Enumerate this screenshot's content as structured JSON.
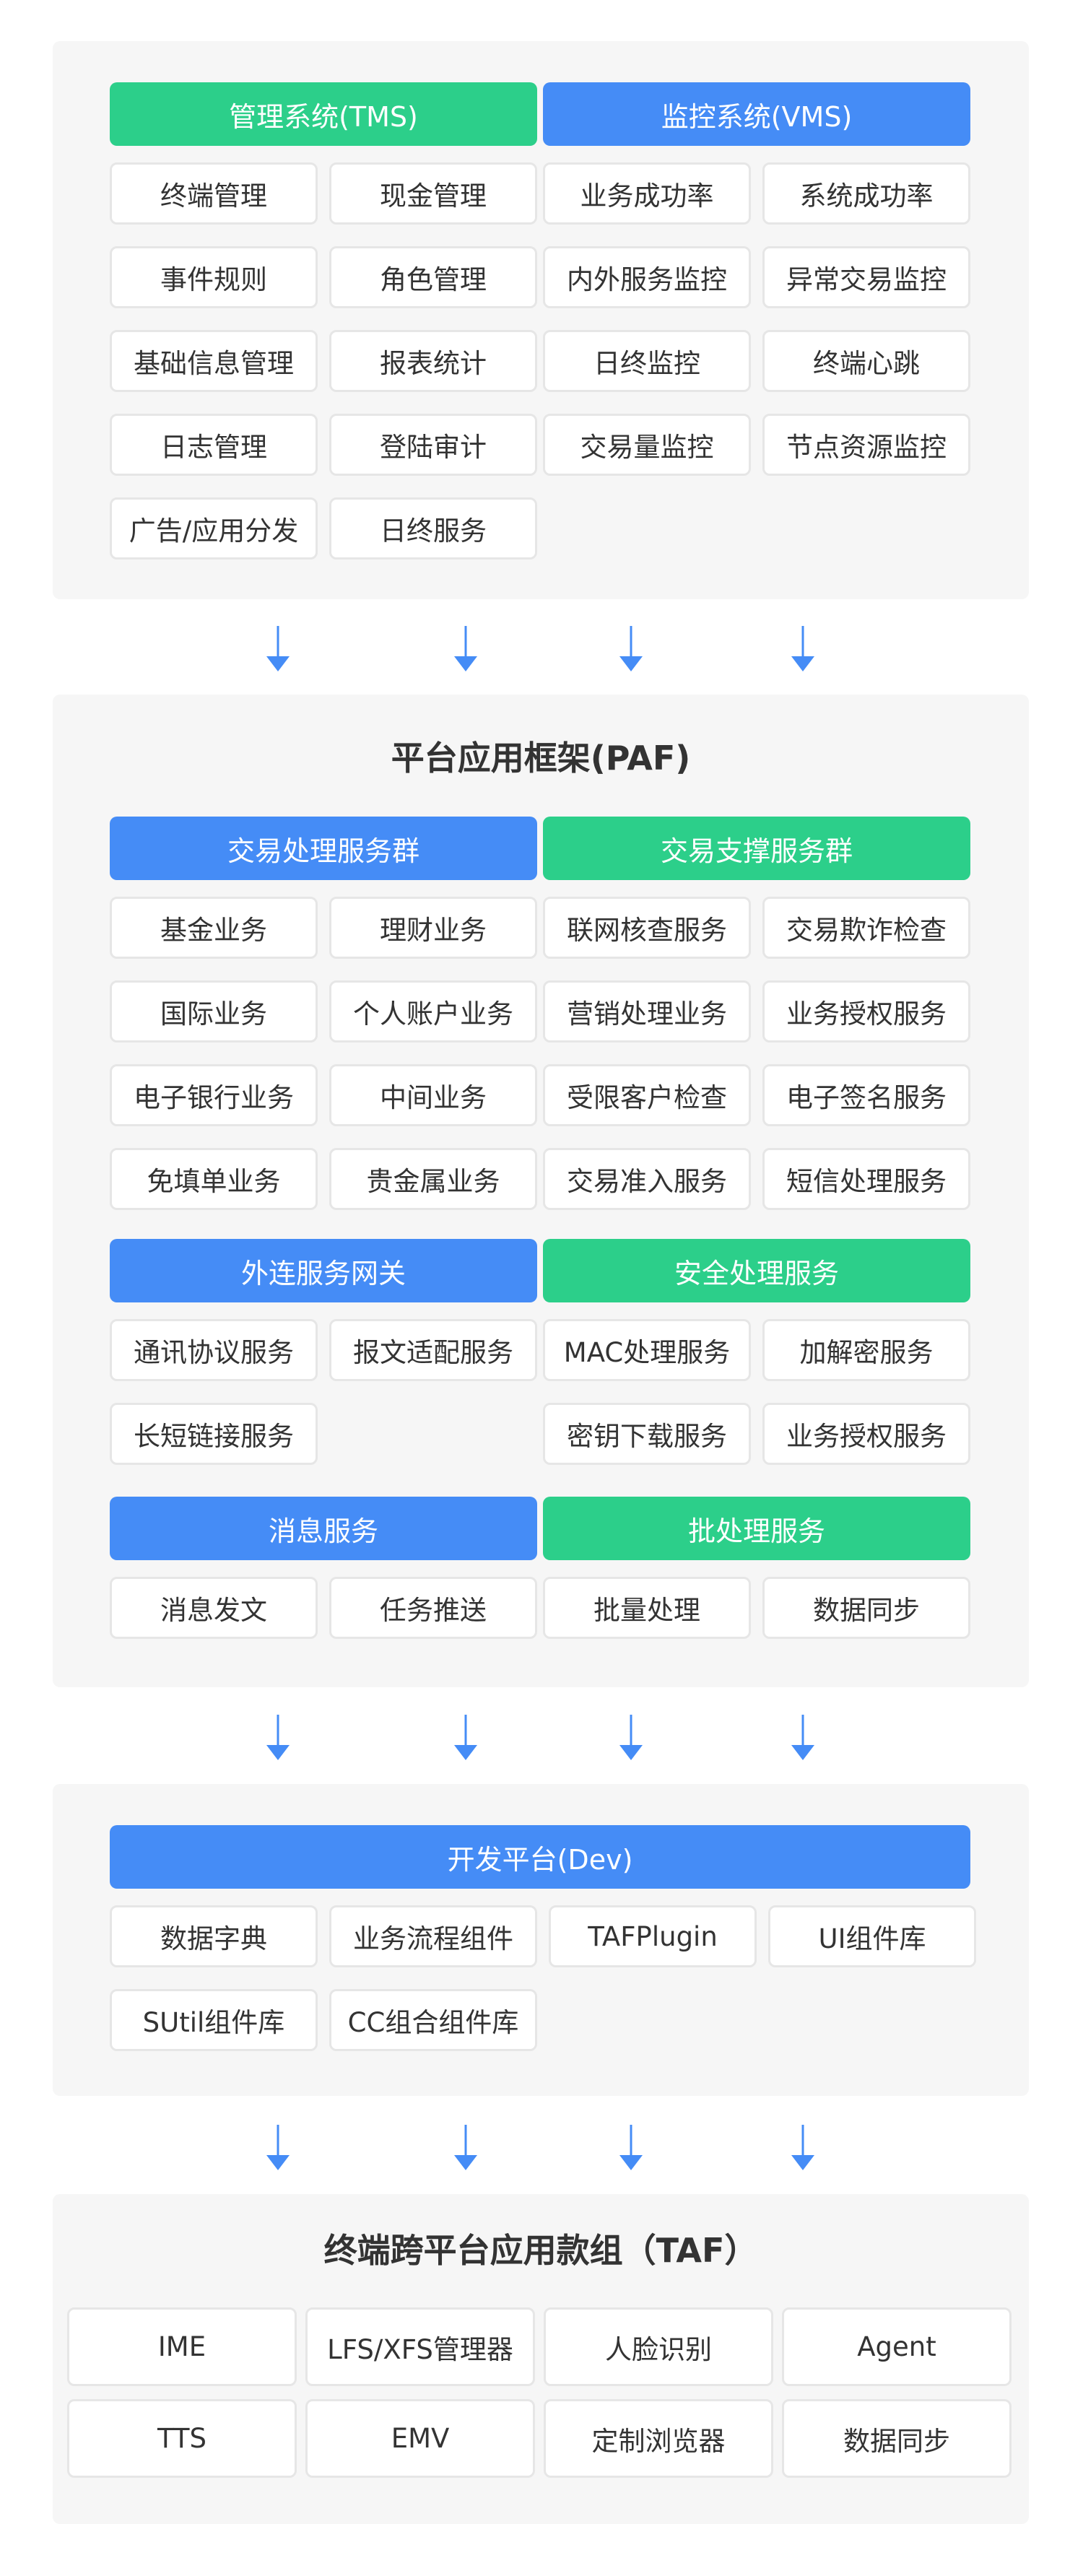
{
  "colors": {
    "green": "#2ccf8a",
    "blue": "#458cf6",
    "panel": "#f6f6f6",
    "arrow": "#458cf6"
  },
  "arrow_icon": "arrow-down-icon",
  "sections": [
    {
      "id": "tms-vms",
      "groups": [
        {
          "title": "管理系统(TMS)",
          "color": "green",
          "cells": [
            "终端管理",
            "现金管理",
            "事件规则",
            "角色管理",
            "基础信息管理",
            "报表统计",
            "日志管理",
            "登陆审计",
            "广告/应用分发",
            "日终服务"
          ]
        },
        {
          "title": "监控系统(VMS)",
          "color": "blue",
          "cells": [
            "业务成功率",
            "系统成功率",
            "内外服务监控",
            "异常交易监控",
            "日终监控",
            "终端心跳",
            "交易量监控",
            "节点资源监控"
          ]
        }
      ]
    },
    {
      "id": "paf",
      "title": "平台应用框架(PAF)",
      "groups": [
        {
          "title": "交易处理服务群",
          "color": "blue",
          "cells": [
            "基金业务",
            "理财业务",
            "国际业务",
            "个人账户业务",
            "电子银行业务",
            "中间业务",
            "免填单业务",
            "贵金属业务"
          ]
        },
        {
          "title": "交易支撑服务群",
          "color": "green",
          "cells": [
            "联网核查服务",
            "交易欺诈检查",
            "营销处理业务",
            "业务授权服务",
            "受限客户检查",
            "电子签名服务",
            "交易准入服务",
            "短信处理服务"
          ]
        },
        {
          "title": "外连服务网关",
          "color": "blue",
          "cells": [
            "通讯协议服务",
            "报文适配服务",
            "长短链接服务"
          ]
        },
        {
          "title": "安全处理服务",
          "color": "green",
          "cells": [
            "MAC处理服务",
            "加解密服务",
            "密钥下载服务",
            "业务授权服务"
          ]
        },
        {
          "title": "消息服务",
          "color": "blue",
          "cells": [
            "消息发文",
            "任务推送"
          ]
        },
        {
          "title": "批处理服务",
          "color": "green",
          "cells": [
            "批量处理",
            "数据同步"
          ]
        }
      ]
    },
    {
      "id": "dev",
      "groups": [
        {
          "title": "开发平台(Dev)",
          "color": "blue",
          "cells": [
            "数据字典",
            "业务流程组件",
            "TAFPlugin",
            "UI组件库",
            "SUtil组件库",
            "CC组合组件库"
          ]
        }
      ]
    },
    {
      "id": "taf",
      "title": "终端跨平台应用款组（TAF）",
      "cells": [
        "IME",
        "LFS/XFS管理器",
        "人脸识别",
        "Agent",
        "TTS",
        "EMV",
        "定制浏览器",
        "数据同步"
      ]
    }
  ]
}
